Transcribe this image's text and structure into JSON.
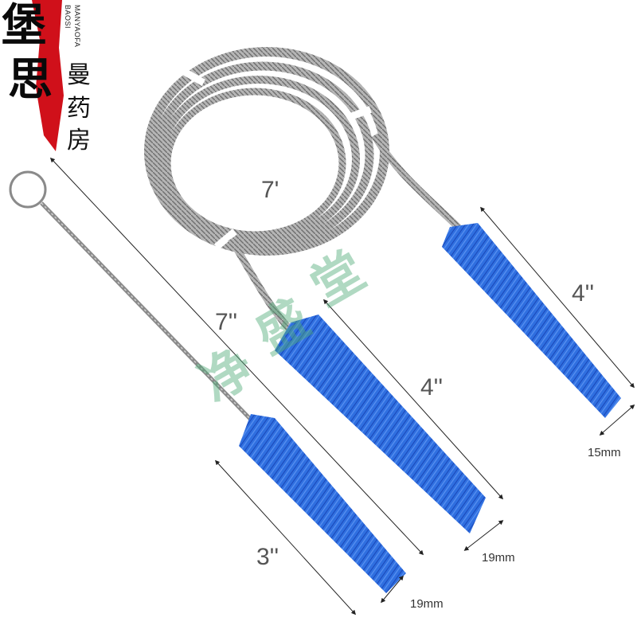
{
  "logo": {
    "brand_big_1": "堡",
    "brand_big_2": "思",
    "brand_cn_1": "曼",
    "brand_cn_2": "药",
    "brand_cn_3": "房",
    "brand_en_1": "MANYAOFA",
    "brand_en_2": "BAOSI"
  },
  "watermark": {
    "chars": [
      "净",
      "盛",
      "堂"
    ]
  },
  "labels": {
    "tube_length": "7'",
    "brush_small_total": "7''",
    "brush_small_head": "3''",
    "brush_small_diameter": "19mm",
    "brush_mid_head": "4''",
    "brush_mid_diameter": "19mm",
    "brush_right_head": "4''",
    "brush_right_diameter": "15mm"
  },
  "colors": {
    "bristle": "#2f6fe0",
    "bristle_dark": "#1a47b8",
    "wire": "#8a8a8a",
    "seal_red": "#d0101a"
  }
}
